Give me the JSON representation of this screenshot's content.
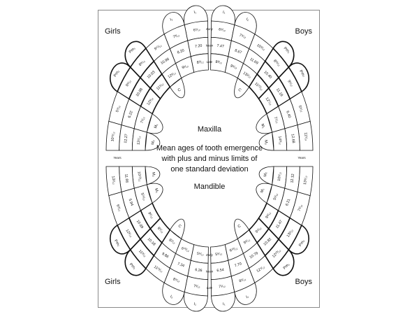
{
  "labels": {
    "girls_top": "Girls",
    "boys_top": "Boys",
    "girls_bottom": "Girls",
    "boys_bottom": "Boys",
    "maxilla": "Maxilla",
    "caption_line1": "Mean ages of tooth emergence",
    "caption_line2": "with plus and minus limits of",
    "caption_line3": "one standard deviation",
    "mandible": "Mandible",
    "years_left": "Years",
    "years_right": "Years",
    "row_early": "Early",
    "row_mean": "Mean",
    "row_late": "Late"
  },
  "arches": [
    {
      "name": "maxilla",
      "sides": [
        {
          "sex": "girls",
          "teeth": [
            {
              "tooth": "I₁",
              "cap": "outer",
              "values": [
                "6⁵⁄₁₂",
                "7.20",
                "8⁰⁄₁₂"
              ]
            },
            {
              "tooth": "I₂",
              "cap": "outer",
              "values": [
                "7³⁄₁₂",
                "8.20",
                "9¹⁄₁₂"
              ]
            },
            {
              "tooth": "C",
              "cap": "inner",
              "values": [
                "9¹⁰⁄₁₂",
                "10.98",
                "12²⁄₁₂"
              ]
            },
            {
              "tooth": "Pm₁",
              "cap": "outer",
              "values": [
                "8⁸⁄₁₂",
                "10.03",
                "11⁵⁄₁₂"
              ]
            },
            {
              "tooth": "Pm₂",
              "cap": "outer",
              "values": [
                "9⁶⁄₁₂",
                "10.88",
                "12³⁄₁₂"
              ]
            },
            {
              "tooth": "M₁",
              "cap": "inner",
              "values": [
                "5⁴⁄₁₂",
                "6.22",
                "7¹⁄₁₂"
              ]
            },
            {
              "tooth": "M₂",
              "cap": "inner",
              "values": [
                "10¹¹⁄₁₂",
                "12.27",
                "13⁷⁄₁₂"
              ]
            }
          ]
        },
        {
          "sex": "boys",
          "teeth": [
            {
              "tooth": "I₁",
              "cap": "outer",
              "values": [
                "6⁸⁄₁₂",
                "7.47",
                "8³⁄₁₂"
              ]
            },
            {
              "tooth": "I₂",
              "cap": "outer",
              "values": [
                "7⁸⁄₁₂",
                "8.67",
                "9⁸⁄₁₂"
              ]
            },
            {
              "tooth": "C",
              "cap": "inner",
              "values": [
                "10⁴⁄₁₂",
                "11.69",
                "13¹⁄₁₂"
              ]
            },
            {
              "tooth": "Pm₁",
              "cap": "outer",
              "values": [
                "8¹¹⁄₁₂",
                "10.40",
                "11¹⁰⁄₁₂"
              ]
            },
            {
              "tooth": "Pm₂",
              "cap": "outer",
              "values": [
                "9⁹⁄₁₂",
                "11.18",
                "12⁷⁄₁₂"
              ]
            },
            {
              "tooth": "M₁",
              "cap": "inner",
              "values": [
                "5⁵⁄₁₂",
                "6.40",
                "7⁷⁄₁₂"
              ]
            },
            {
              "tooth": "M₂",
              "cap": "inner",
              "values": [
                "11¹⁄₁₂",
                "12.68",
                "14³⁄₁₂"
              ]
            }
          ]
        }
      ]
    },
    {
      "name": "mandible",
      "sides": [
        {
          "sex": "girls",
          "teeth": [
            {
              "tooth": "I₁",
              "cap": "outer",
              "values": [
                "5⁶⁄₁₂",
                "6.26",
                "7²⁄₁₂"
              ]
            },
            {
              "tooth": "I₂",
              "cap": "outer",
              "values": [
                "6¹⁰⁄₁₂",
                "7.34",
                "8⁹⁄₁₂"
              ]
            },
            {
              "tooth": "C",
              "cap": "inner",
              "values": [
                "8⁷⁄₁₂",
                "9.86",
                "11¹¹⁄₁₂"
              ]
            },
            {
              "tooth": "Pm₁",
              "cap": "outer",
              "values": [
                "8⁹⁄₁₂",
                "10.18",
                "11⁸⁄₁₂"
              ]
            },
            {
              "tooth": "Pm₂",
              "cap": "outer",
              "values": [
                "9⁶⁄₁₂",
                "10.89",
                "12¹⁄₁₂"
              ]
            },
            {
              "tooth": "M₁",
              "cap": "inner",
              "values": [
                "5¹¹⁄₁₂",
                "5.94",
                "6⁹⁄₁₂"
              ]
            },
            {
              "tooth": "M₂",
              "cap": "inner",
              "values": [
                "10¹⁰⁄₁₂",
                "11.66",
                "13¹⁄₁₂"
              ]
            }
          ]
        },
        {
          "sex": "boys",
          "teeth": [
            {
              "tooth": "I₁",
              "cap": "outer",
              "values": [
                "5⁸⁄₁₂",
                "6.54",
                "7¹⁄₁₂"
              ]
            },
            {
              "tooth": "I₂",
              "cap": "outer",
              "values": [
                "6¹⁰⁄₁₂",
                "7.70",
                "8⁵⁄₁₂"
              ]
            },
            {
              "tooth": "C",
              "cap": "inner",
              "values": [
                "9⁶⁄₁₂",
                "10.79",
                "12⁴⁄₁₂"
              ]
            },
            {
              "tooth": "Pm₁",
              "cap": "outer",
              "values": [
                "9⁴⁄₁₂",
                "10.82",
                "12¹⁰⁄₁₂"
              ]
            },
            {
              "tooth": "Pm₂",
              "cap": "outer",
              "values": [
                "9⁸⁄₁₂",
                "11.47",
                "13²⁄₁₂"
              ]
            },
            {
              "tooth": "M₁",
              "cap": "inner",
              "values": [
                "5⁹⁄₁₂",
                "6.21",
                "7⁶⁄₁₂"
              ]
            },
            {
              "tooth": "M₂",
              "cap": "inner",
              "values": [
                "10⁹⁄₁₂",
                "12.12",
                "13⁸⁄₁₂"
              ]
            }
          ]
        }
      ]
    }
  ]
}
